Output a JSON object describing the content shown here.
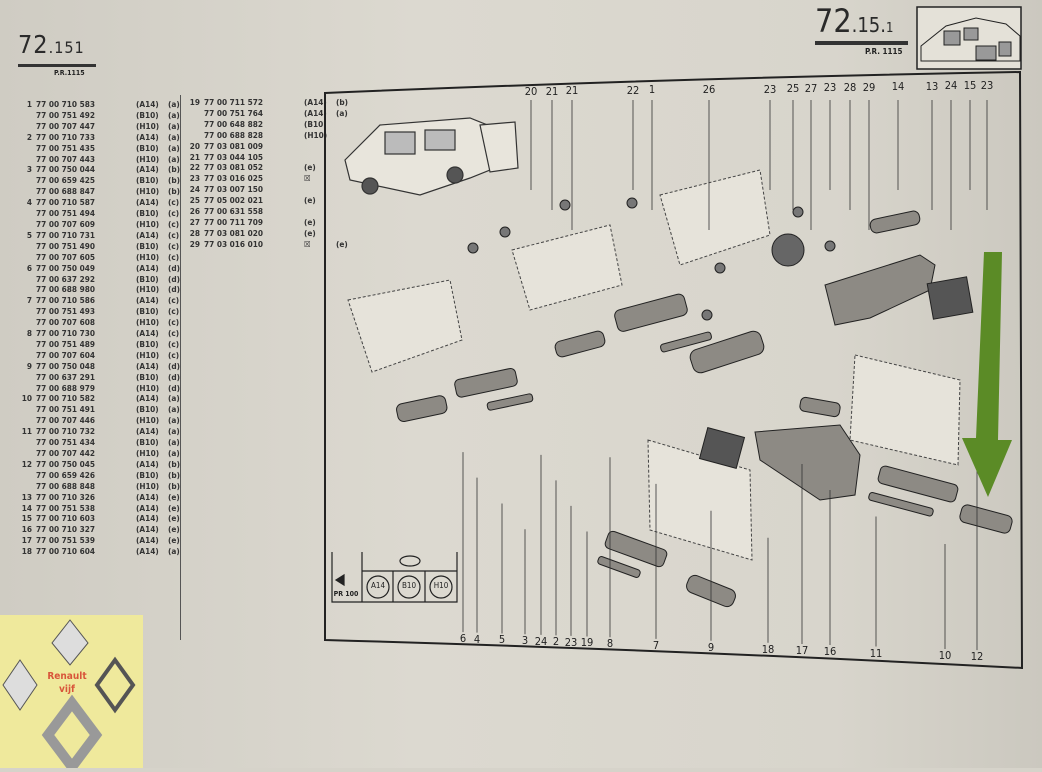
{
  "header_left": {
    "section": "72",
    "sub": ".151",
    "pr": "P.R.1115"
  },
  "header_right": {
    "section": "72",
    "sub": ".15.",
    "sub2": "1",
    "pr": "P.R. 1115"
  },
  "parts_col1": [
    {
      "ref": "1",
      "num": "77 00 710 583",
      "var": "(A14)",
      "note": "(a)"
    },
    {
      "ref": "",
      "num": "77 00 751 492",
      "var": "(B10)",
      "note": "(a)"
    },
    {
      "ref": "",
      "num": "77 00 707 447",
      "var": "(H10)",
      "note": "(a)"
    },
    {
      "ref": "2",
      "num": "77 00 710 733",
      "var": "(A14)",
      "note": "(a)"
    },
    {
      "ref": "",
      "num": "77 00 751 435",
      "var": "(B10)",
      "note": "(a)"
    },
    {
      "ref": "",
      "num": "77 00 707 443",
      "var": "(H10)",
      "note": "(a)"
    },
    {
      "ref": "3",
      "num": "77 00 750 044",
      "var": "(A14)",
      "note": "(b)"
    },
    {
      "ref": "",
      "num": "77 00 659 425",
      "var": "(B10)",
      "note": "(b)"
    },
    {
      "ref": "",
      "num": "77 00 688 847",
      "var": "(H10)",
      "note": "(b)"
    },
    {
      "ref": "4",
      "num": "77 00 710 587",
      "var": "(A14)",
      "note": "(c)"
    },
    {
      "ref": "",
      "num": "77 00 751 494",
      "var": "(B10)",
      "note": "(c)"
    },
    {
      "ref": "",
      "num": "77 00 707 609",
      "var": "(H10)",
      "note": "(c)"
    },
    {
      "ref": "5",
      "num": "77 00 710 731",
      "var": "(A14)",
      "note": "(c)"
    },
    {
      "ref": "",
      "num": "77 00 751 490",
      "var": "(B10)",
      "note": "(c)"
    },
    {
      "ref": "",
      "num": "77 00 707 605",
      "var": "(H10)",
      "note": "(c)"
    },
    {
      "ref": "6",
      "num": "77 00 750 049",
      "var": "(A14)",
      "note": "(d)"
    },
    {
      "ref": "",
      "num": "77 00 637 292",
      "var": "(B10)",
      "note": "(d)"
    },
    {
      "ref": "",
      "num": "77 00 688 980",
      "var": "(H10)",
      "note": "(d)"
    },
    {
      "ref": "7",
      "num": "77 00 710 586",
      "var": "(A14)",
      "note": "(c)"
    },
    {
      "ref": "",
      "num": "77 00 751 493",
      "var": "(B10)",
      "note": "(c)"
    },
    {
      "ref": "",
      "num": "77 00 707 608",
      "var": "(H10)",
      "note": "(c)"
    },
    {
      "ref": "8",
      "num": "77 00 710 730",
      "var": "(A14)",
      "note": "(c)"
    },
    {
      "ref": "",
      "num": "77 00 751 489",
      "var": "(B10)",
      "note": "(c)"
    },
    {
      "ref": "",
      "num": "77 00 707 604",
      "var": "(H10)",
      "note": "(c)"
    },
    {
      "ref": "9",
      "num": "77 00 750 048",
      "var": "(A14)",
      "note": "(d)"
    },
    {
      "ref": "",
      "num": "77 00 637 291",
      "var": "(B10)",
      "note": "(d)"
    },
    {
      "ref": "",
      "num": "77 00 688 979",
      "var": "(H10)",
      "note": "(d)"
    },
    {
      "ref": "10",
      "num": "77 00 710 582",
      "var": "(A14)",
      "note": "(a)"
    },
    {
      "ref": "",
      "num": "77 00 751 491",
      "var": "(B10)",
      "note": "(a)"
    },
    {
      "ref": "",
      "num": "77 00 707 446",
      "var": "(H10)",
      "note": "(a)"
    },
    {
      "ref": "11",
      "num": "77 00 710 732",
      "var": "(A14)",
      "note": "(a)"
    },
    {
      "ref": "",
      "num": "77 00 751 434",
      "var": "(B10)",
      "note": "(a)"
    },
    {
      "ref": "",
      "num": "77 00 707 442",
      "var": "(H10)",
      "note": "(a)"
    },
    {
      "ref": "12",
      "num": "77 00 750 045",
      "var": "(A14)",
      "note": "(b)"
    },
    {
      "ref": "",
      "num": "77 00 659 426",
      "var": "(B10)",
      "note": "(b)"
    },
    {
      "ref": "",
      "num": "77 00 688 848",
      "var": "(H10)",
      "note": "(b)"
    },
    {
      "ref": "13",
      "num": "77 00 710 326",
      "var": "(A14)",
      "note": "(e)"
    },
    {
      "ref": "14",
      "num": "77 00 751 538",
      "var": "(A14)",
      "note": "(e)"
    },
    {
      "ref": "15",
      "num": "77 00 710 603",
      "var": "(A14)",
      "note": "(e)"
    },
    {
      "ref": "16",
      "num": "77 00 710 327",
      "var": "(A14)",
      "note": "(e)"
    },
    {
      "ref": "17",
      "num": "77 00 751 539",
      "var": "(A14)",
      "note": "(e)"
    },
    {
      "ref": "18",
      "num": "77 00 710 604",
      "var": "(A14)",
      "note": "(a)"
    }
  ],
  "parts_col2": [
    {
      "ref": "19",
      "num": "77 00 711 572",
      "var": "(A14)",
      "note": "(b)"
    },
    {
      "ref": "",
      "num": "77 00 751 764",
      "var": "(A14)",
      "note": "(a)"
    },
    {
      "ref": "",
      "num": "77 00 648 882",
      "var": "(B10)",
      "note": ""
    },
    {
      "ref": "",
      "num": "77 00 688 828",
      "var": "(H10)",
      "note": ""
    },
    {
      "ref": "20",
      "num": "77 03 081 009",
      "var": "",
      "note": ""
    },
    {
      "ref": "21",
      "num": "77 03 044 105",
      "var": "",
      "note": ""
    },
    {
      "ref": "22",
      "num": "77 03 081 052",
      "var": "(e)",
      "note": ""
    },
    {
      "ref": "23",
      "num": "77 03 016 025",
      "var": "☒",
      "note": ""
    },
    {
      "ref": "24",
      "num": "77 03 007 150",
      "var": "",
      "note": ""
    },
    {
      "ref": "25",
      "num": "77 05 002 021",
      "var": "(e)",
      "note": ""
    },
    {
      "ref": "26",
      "num": "77 00 631 558",
      "var": "",
      "note": ""
    },
    {
      "ref": "27",
      "num": "77 00 711 709",
      "var": "(e)",
      "note": ""
    },
    {
      "ref": "28",
      "num": "77 03 081 020",
      "var": "(e)",
      "note": ""
    },
    {
      "ref": "29",
      "num": "77 03 016 010",
      "var": "☒",
      "note": "(e)"
    }
  ],
  "legend": {
    "pr": "PR 100",
    "versions": [
      "A14",
      "B10",
      "H10"
    ]
  },
  "callouts_top": [
    "20",
    "21",
    "21",
    "22",
    "1",
    "26",
    "23",
    "25",
    "27",
    "23",
    "28",
    "29",
    "14",
    "13",
    "24",
    "15",
    "23"
  ],
  "callouts_bottom": [
    "6",
    "4",
    "5",
    "3",
    "24",
    "2",
    "23",
    "19",
    "8",
    "7",
    "9",
    "18",
    "17",
    "16",
    "11",
    "10",
    "12"
  ],
  "watermark": {
    "text1": "Renault",
    "text2": "vijf",
    "brand": "RENAULT"
  },
  "colors": {
    "arrow": "#5b8b26",
    "logo_bg": "#efe99c",
    "logo_text": "#d8553a"
  }
}
